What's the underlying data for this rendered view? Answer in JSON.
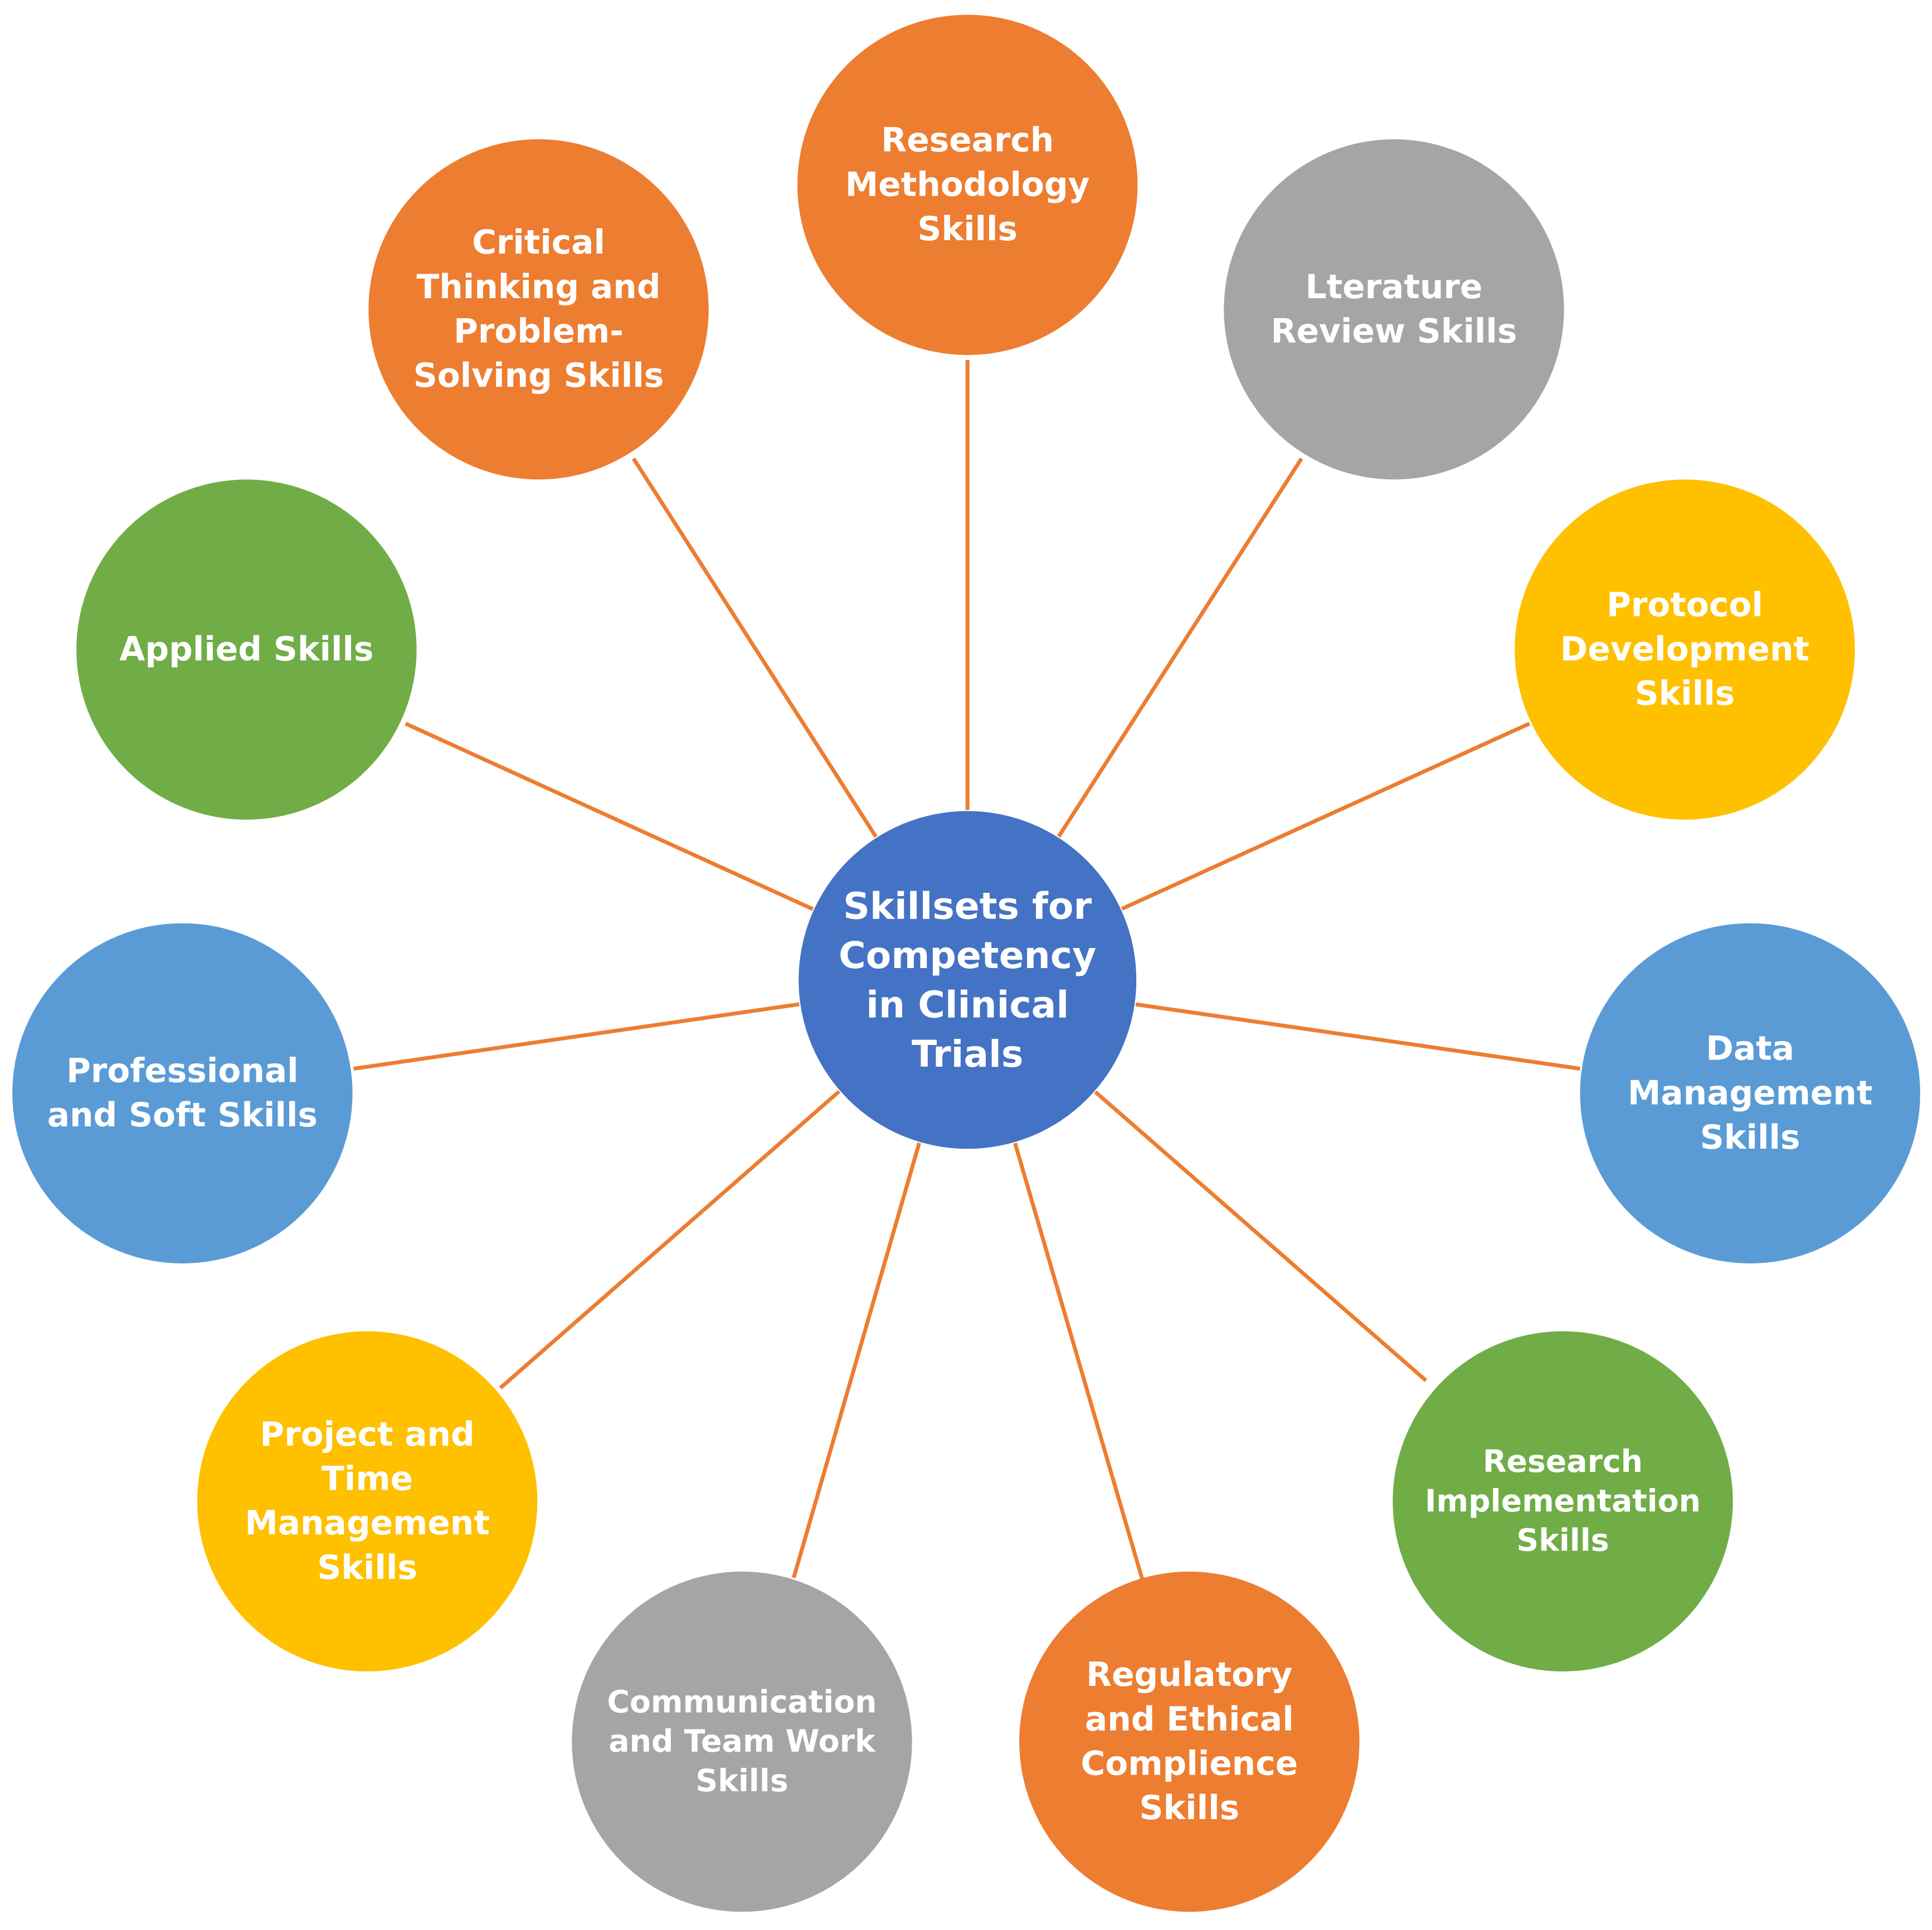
{
  "center": {
    "label": [
      "Skillsets for",
      "Competency",
      "in Clinical",
      "Trials"
    ],
    "color": "#4472C4"
  },
  "connector_color": "#ED7D31",
  "nodes": [
    {
      "id": "research-methodology",
      "label": [
        "Research",
        "Methodology",
        "Skills"
      ],
      "color": "#ED7D31"
    },
    {
      "id": "literature-review",
      "label": [
        "Lterature",
        "Review Skills"
      ],
      "color": "#A5A5A5"
    },
    {
      "id": "protocol-development",
      "label": [
        "Protocol",
        "Development",
        "Skills"
      ],
      "color": "#FFC000"
    },
    {
      "id": "data-management",
      "label": [
        "Data",
        "Management",
        "Skills"
      ],
      "color": "#5B9BD5"
    },
    {
      "id": "research-implementation",
      "label": [
        "Research",
        "Implementation",
        "Skills"
      ],
      "color": "#70AD47"
    },
    {
      "id": "regulatory-ethical",
      "label": [
        "Regulatory",
        "and Ethical",
        "Complience",
        "Skills"
      ],
      "color": "#ED7D31"
    },
    {
      "id": "communication-teamwork",
      "label": [
        "Communication",
        "and Team Work",
        "Skills"
      ],
      "color": "#A5A5A5"
    },
    {
      "id": "project-time",
      "label": [
        "Project and",
        "Time",
        "Management",
        "Skills"
      ],
      "color": "#FFC000"
    },
    {
      "id": "professional-soft",
      "label": [
        "Professional",
        "and Soft Skills"
      ],
      "color": "#5B9BD5"
    },
    {
      "id": "applied",
      "label": [
        "Applied Skills"
      ],
      "color": "#70AD47"
    },
    {
      "id": "critical-thinking",
      "label": [
        "Critical",
        "Thinking and",
        "Problem-",
        "Solving Skills"
      ],
      "color": "#ED7D31"
    }
  ]
}
